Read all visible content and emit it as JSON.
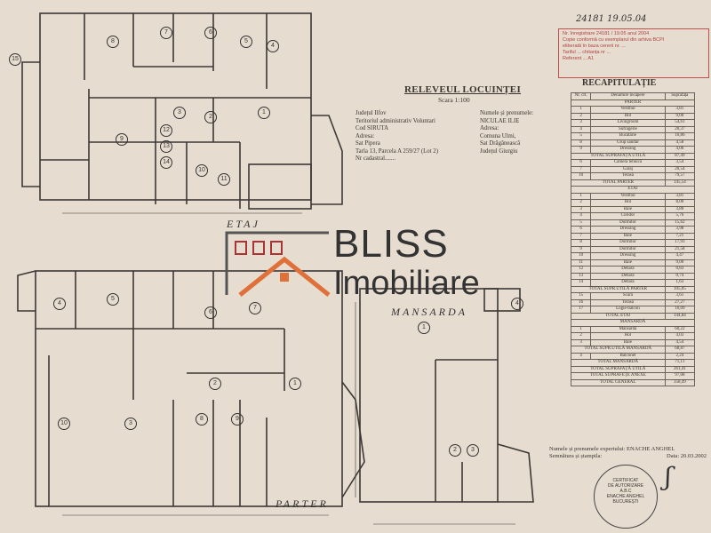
{
  "document": {
    "title": "RELEVEUL LOCUINȚEI",
    "scale": "Scara 1:100",
    "location": [
      "Județul Ilfov",
      "Teritoriul administrativ Voluntari",
      "Cod SIRUTA",
      "Adresa:",
      "Sat Pipera",
      "Tarla 13, Parcela A 259/27 (Lot 2)",
      "Nr cadastral......."
    ],
    "owner": [
      "Numele și prenumele:",
      "NICULAE ILIE",
      "Adresa:",
      "Comuna Ulmi,",
      "Sat Drăgănească",
      "Județul Giurgiu"
    ]
  },
  "registration_stamp": {
    "lines": [
      "Nr. înregistrare 24181 / 19.05 anul 2004",
      "Copie conformă cu exemplarul din arhiva BCPI",
      "eliberată în baza cererii nr. ...",
      "Tariful ... chitanța nr ...",
      "Referent ... A1"
    ],
    "handwritten": "24181  19.05.04"
  },
  "floor_labels": {
    "etaj": "ETAJ",
    "mansarda": "MANSARDA",
    "parter": "PARTER"
  },
  "watermark": {
    "brand": "BLISS",
    "sub": "Imobiliare",
    "accent": "#e0703a",
    "dark": "#333333"
  },
  "rooms": {
    "etaj": [
      "8",
      "7",
      "6",
      "5",
      "4",
      "3",
      "2",
      "1",
      "9",
      "10",
      "11",
      "12",
      "13",
      "14",
      "15"
    ],
    "parter": [
      "4",
      "5",
      "6",
      "7",
      "3",
      "2",
      "1",
      "8",
      "9",
      "10"
    ],
    "mansarda": [
      "1",
      "2",
      "3",
      "4"
    ]
  },
  "recap": {
    "title": "RECAPITULAȚIE",
    "header": [
      "Nr. crt.",
      "Denumire încăpere",
      "Suprafața"
    ],
    "rows": [
      {
        "t": "s",
        "name": "PARTER"
      },
      {
        "t": "i",
        "nr": "1",
        "name": "Vestibul",
        "area": "3,81"
      },
      {
        "t": "i",
        "nr": "2",
        "name": "Hol",
        "area": "9,00"
      },
      {
        "t": "i",
        "nr": "3",
        "name": "Livingroom",
        "area": "54,61"
      },
      {
        "t": "i",
        "nr": "4",
        "name": "Sufragerie",
        "area": "20,37"
      },
      {
        "t": "i",
        "nr": "5",
        "name": "Bucătărie",
        "area": "10,86"
      },
      {
        "t": "i",
        "nr": "8",
        "name": "Grup sanitar",
        "area": "4,58"
      },
      {
        "t": "i",
        "nr": "9",
        "name": "Dressing",
        "area": "4,06"
      },
      {
        "t": "x",
        "name": "TOTAL SUPRAFAȚA UTILĂ",
        "area": "87,49"
      },
      {
        "t": "i",
        "nr": "6",
        "name": "Camera tehnică",
        "area": "3,54"
      },
      {
        "t": "i",
        "nr": "7",
        "name": "Garaj",
        "area": "20,54"
      },
      {
        "t": "i",
        "nr": "10",
        "name": "Terasă",
        "area": "79,57"
      },
      {
        "t": "x",
        "name": "TOTAL PARTER",
        "area": "145,54"
      },
      {
        "t": "s",
        "name": "ETAJ"
      },
      {
        "t": "i",
        "nr": "1",
        "name": "Vestibul",
        "area": "3,81"
      },
      {
        "t": "i",
        "nr": "2",
        "name": "Hol",
        "area": "8,00"
      },
      {
        "t": "i",
        "nr": "3",
        "name": "Baie",
        "area": "3,80"
      },
      {
        "t": "i",
        "nr": "4",
        "name": "Coridor",
        "area": "5,76"
      },
      {
        "t": "i",
        "nr": "5",
        "name": "Dormitor",
        "area": "15,62"
      },
      {
        "t": "i",
        "nr": "6",
        "name": "Dressing",
        "area": "3,98"
      },
      {
        "t": "i",
        "nr": "7",
        "name": "Baie",
        "area": "7,21"
      },
      {
        "t": "i",
        "nr": "8",
        "name": "Dormitor",
        "area": "17,93"
      },
      {
        "t": "i",
        "nr": "9",
        "name": "Dormitor",
        "area": "21,58"
      },
      {
        "t": "i",
        "nr": "10",
        "name": "Dressing",
        "area": "4,47"
      },
      {
        "t": "i",
        "nr": "11",
        "name": "Baie",
        "area": "9,00"
      },
      {
        "t": "i",
        "nr": "12",
        "name": "Debara",
        "area": "0,83"
      },
      {
        "t": "i",
        "nr": "13",
        "name": "Debara",
        "area": "0,74"
      },
      {
        "t": "i",
        "nr": "14",
        "name": "Debara",
        "area": "1,63"
      },
      {
        "t": "x",
        "name": "TOTAL SUPR.UTILĂ PARTER",
        "area": "105,05"
      },
      {
        "t": "i",
        "nr": "15",
        "name": "Scară",
        "area": "3,61"
      },
      {
        "t": "i",
        "nr": "16",
        "name": "Terasă",
        "area": "27,27"
      },
      {
        "t": "i",
        "nr": "17",
        "name": "Logie-balcon",
        "area": "10,09"
      },
      {
        "t": "x",
        "name": "TOTAL ETAJ",
        "area": "144,84"
      },
      {
        "t": "s",
        "name": "MANSARDĂ"
      },
      {
        "t": "i",
        "nr": "1",
        "name": "Mansardă",
        "area": "60,22"
      },
      {
        "t": "i",
        "nr": "2",
        "name": "Hol",
        "area": "4,03"
      },
      {
        "t": "i",
        "nr": "3",
        "name": "Baie",
        "area": "4,54"
      },
      {
        "t": "x",
        "name": "TOTAL SUPR.UTILĂ MANSARDĂ",
        "area": "68,87"
      },
      {
        "t": "i",
        "nr": "4",
        "name": "Balconet",
        "area": "2,24"
      },
      {
        "t": "x",
        "name": "TOTAL MANSARDĂ",
        "area": "71,11"
      },
      {
        "t": "x",
        "name": "TOTAL SUPRAFAȚĂ UTILĂ",
        "area": "261,41"
      },
      {
        "t": "x",
        "name": "TOTAL SUPRAFEȚE ANEXE",
        "area": "97,08"
      },
      {
        "t": "x",
        "name": "TOTAL GENERAL",
        "area": "358,49"
      }
    ]
  },
  "expert": {
    "name_line": "Numele și prenumele expertului: ENACHE ANGHEL",
    "signature_line": "Semnătura și ștampila:",
    "date": "Data: 20.03.2002",
    "seal_text": [
      "CERTIFICAT",
      "DE AUTORIZARE",
      "A.B.C",
      "ENACHE ANGHEL",
      "BUCUREȘTI"
    ]
  }
}
